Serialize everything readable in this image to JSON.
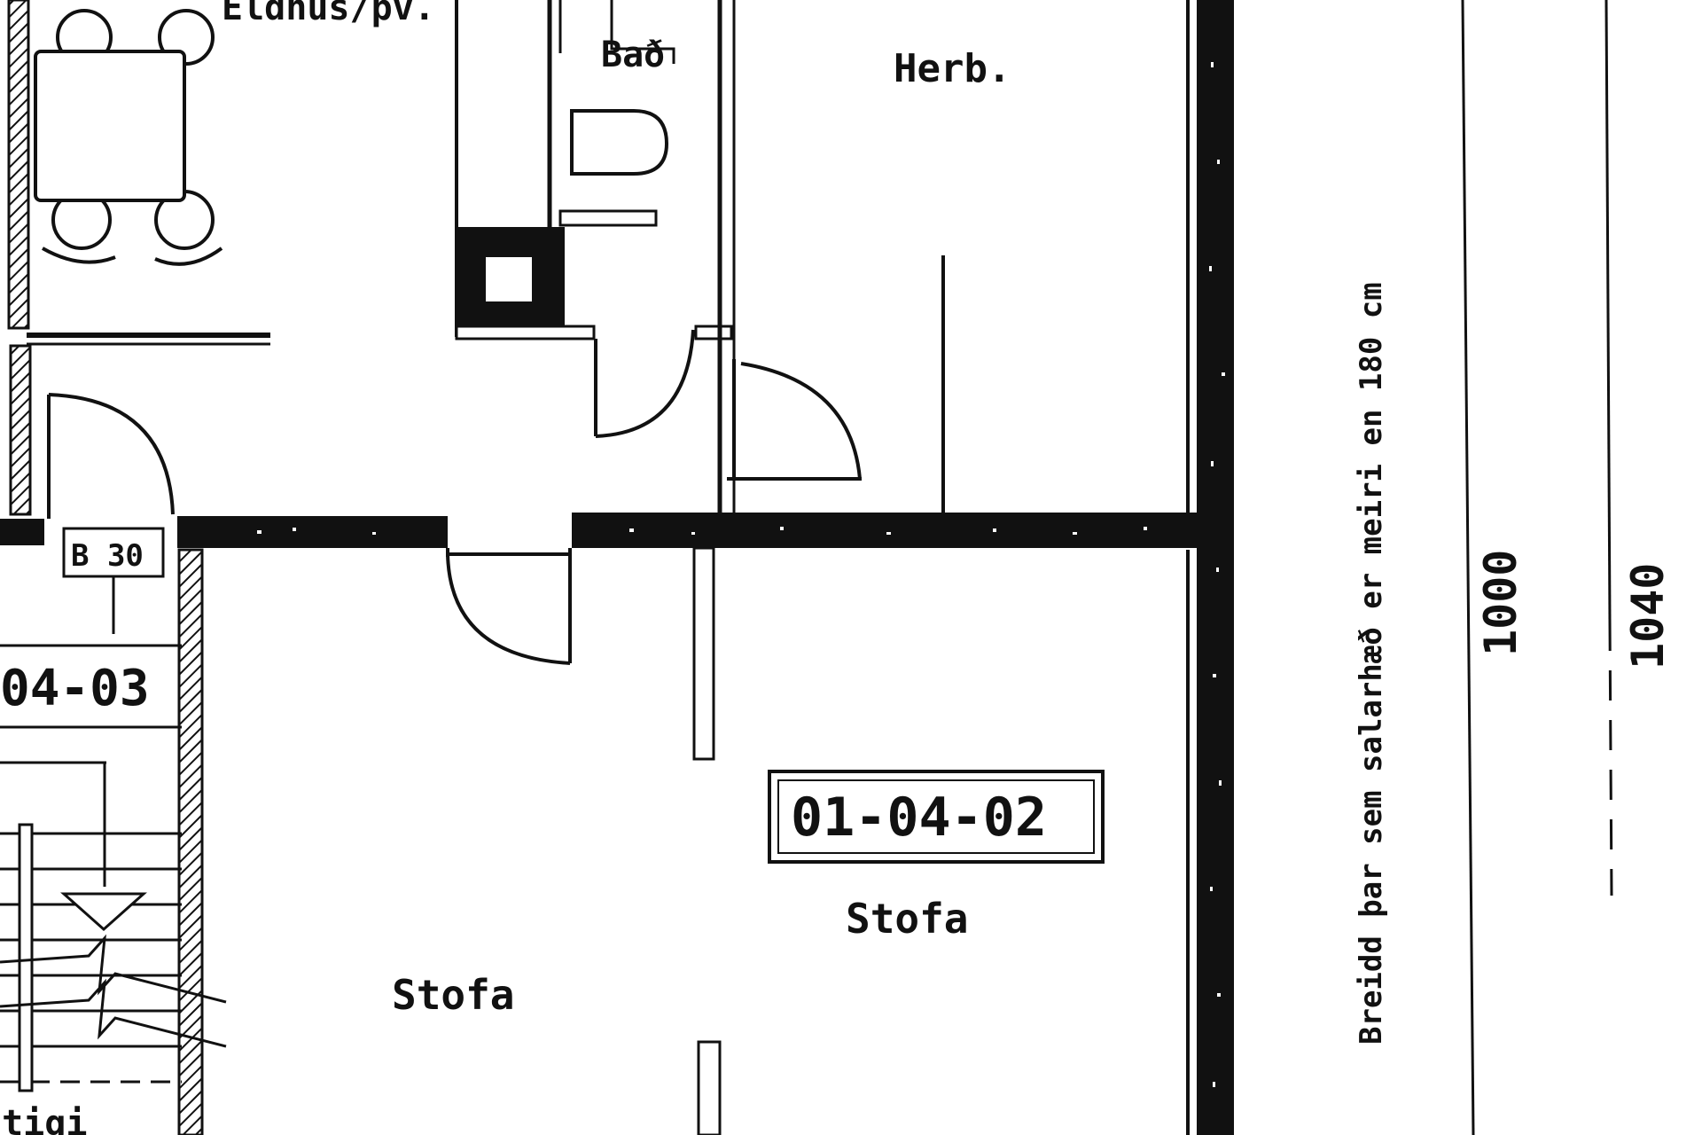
{
  "colors": {
    "ink": "#111111",
    "paper": "#ffffff"
  },
  "rooms": {
    "eldhus": "Eldhús/þv.",
    "bad": "Bað",
    "herb": "Herb.",
    "stofa_left": "Stofa",
    "stofa_right": "Stofa",
    "stigi": "Stigi"
  },
  "units": {
    "main": "01-04-02",
    "neighbor": "04-03"
  },
  "labels": {
    "fire_rating": "B 30",
    "side_note": "Breidd þar sem salarhæð er meiri en 180 cm"
  },
  "dimensions": {
    "inner": "1000",
    "outer": "1040"
  }
}
